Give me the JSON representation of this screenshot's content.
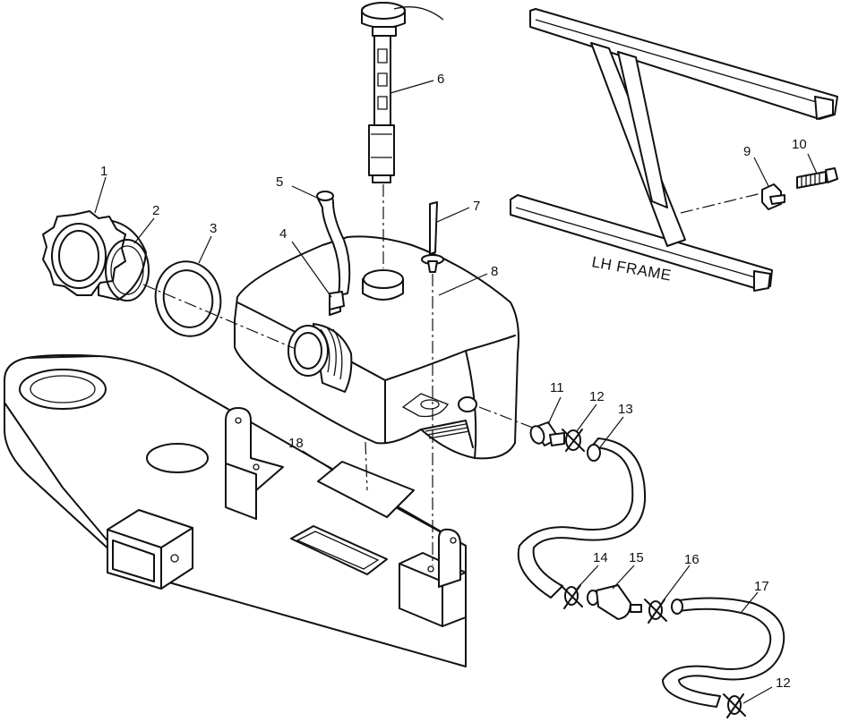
{
  "frame_label": "LH FRAME",
  "callouts": [
    "1",
    "2",
    "3",
    "4",
    "5",
    "6",
    "7",
    "8",
    "9",
    "10",
    "11",
    "12",
    "13",
    "14",
    "15",
    "16",
    "17",
    "18",
    "12"
  ],
  "colors": {
    "ink": "#111111",
    "paper": "#ffffff"
  }
}
